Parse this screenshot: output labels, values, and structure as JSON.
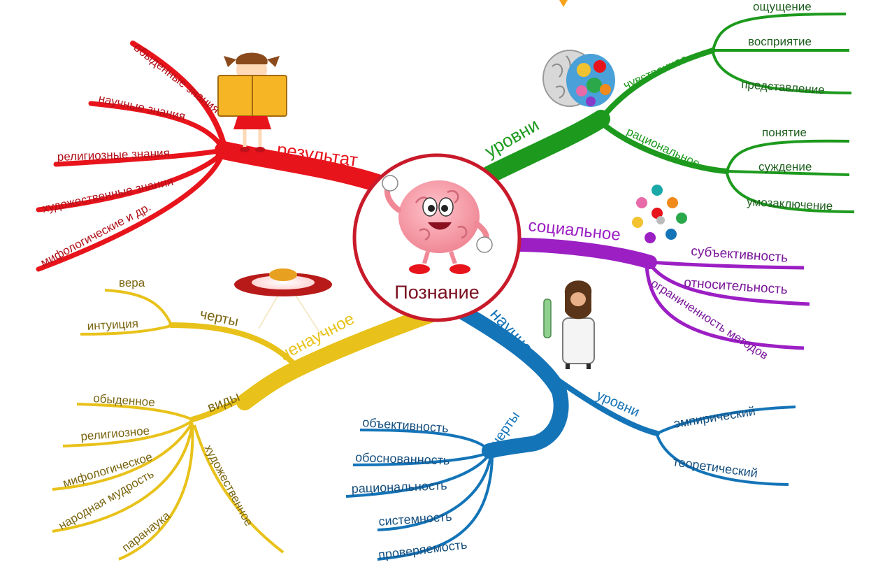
{
  "center": {
    "label": "Познание"
  },
  "branches": {
    "result": {
      "label": "результат",
      "color": "#e8141c",
      "items": [
        "обыденные знания",
        "научные знания",
        "религиозные знания",
        "художественные знания",
        "мифологические и др."
      ]
    },
    "levels": {
      "label": "уровни",
      "color": "#1d9a1d",
      "sensory": {
        "label": "чувственное",
        "items": [
          "ощущение",
          "восприятие",
          "представление"
        ]
      },
      "rational": {
        "label": "рациональное",
        "items": [
          "понятие",
          "суждение",
          "умозаключение"
        ]
      }
    },
    "social": {
      "label": "социальное",
      "color": "#9c1fc4",
      "items": [
        "субъективность",
        "относительность",
        "ограниченность методов"
      ]
    },
    "scientific": {
      "label": "научное",
      "color": "#1474b8",
      "levels": {
        "label": "уровни",
        "items": [
          "эмпирический",
          "теоретический"
        ]
      },
      "traits": {
        "label": "черты",
        "items": [
          "объективность",
          "обоснованность",
          "рациональность",
          "системность",
          "проверяемость"
        ]
      }
    },
    "nonscientific": {
      "label": "ненаучное",
      "color": "#e8c21a",
      "traits": {
        "label": "черты",
        "items": [
          "вера",
          "интуиция"
        ]
      },
      "kinds": {
        "label": "виды",
        "items": [
          "обыденное",
          "религиозное",
          "мифологическое",
          "народная мудрость",
          "паранаука"
        ],
        "side": "художественное"
      }
    }
  },
  "text_colors": {
    "result": "#b01018",
    "levels": "#1f5f1f",
    "social": "#7a169a",
    "scientific": "#164f7e",
    "nonscientific": "#7a6510"
  }
}
